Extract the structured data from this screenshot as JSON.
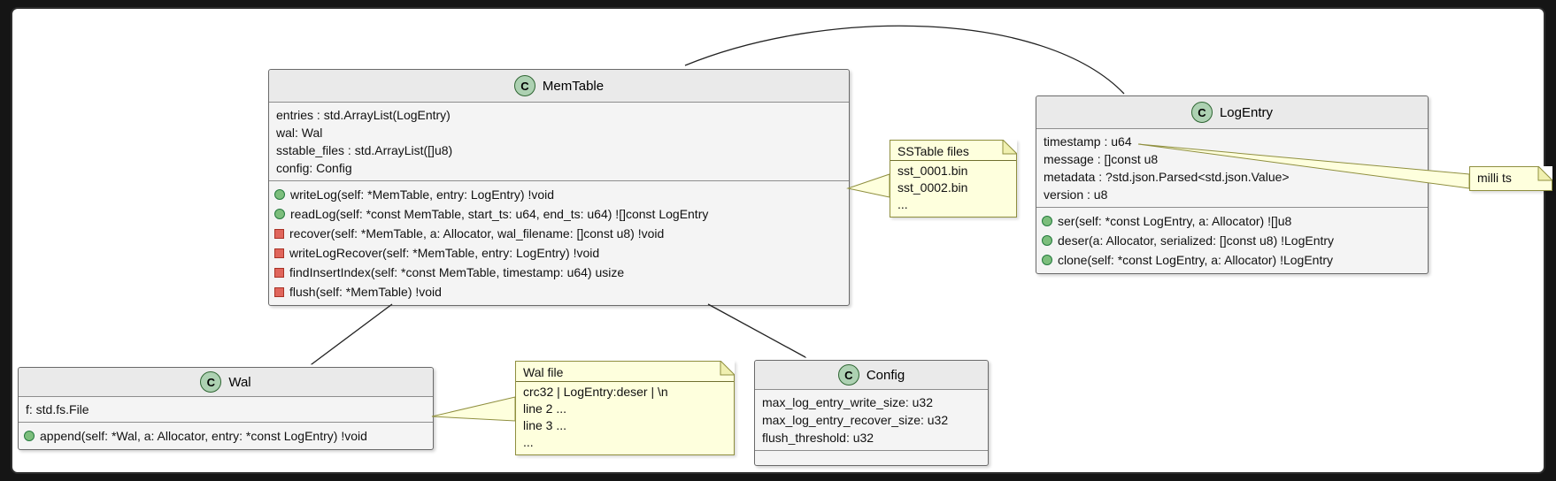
{
  "diagram": {
    "classes": [
      {
        "id": "memtable",
        "stereotype_letter": "C",
        "name": "MemTable",
        "attributes": [
          "entries : std.ArrayList(LogEntry)",
          "wal: Wal",
          "sstable_files : std.ArrayList([]u8)",
          "config: Config"
        ],
        "methods": [
          {
            "visibility": "public",
            "text": "writeLog(self: *MemTable, entry: LogEntry) !void"
          },
          {
            "visibility": "public",
            "text": "readLog(self: *const MemTable, start_ts: u64, end_ts: u64) ![]const LogEntry"
          },
          {
            "visibility": "private",
            "text": "recover(self: *MemTable, a: Allocator, wal_filename: []const u8) !void"
          },
          {
            "visibility": "private",
            "text": "writeLogRecover(self: *MemTable, entry: LogEntry) !void"
          },
          {
            "visibility": "private",
            "text": "findInsertIndex(self: *const MemTable, timestamp: u64) usize"
          },
          {
            "visibility": "private",
            "text": "flush(self: *MemTable) !void"
          }
        ]
      },
      {
        "id": "logentry",
        "stereotype_letter": "C",
        "name": "LogEntry",
        "attributes": [
          "timestamp : u64",
          "message : []const u8",
          "metadata : ?std.json.Parsed<std.json.Value>",
          "version : u8"
        ],
        "methods": [
          {
            "visibility": "public",
            "text": "ser(self: *const LogEntry, a: Allocator) ![]u8"
          },
          {
            "visibility": "public",
            "text": "deser(a: Allocator, serialized: []const u8) !LogEntry"
          },
          {
            "visibility": "public",
            "text": "clone(self: *const LogEntry, a: Allocator) !LogEntry"
          }
        ]
      },
      {
        "id": "wal",
        "stereotype_letter": "C",
        "name": "Wal",
        "attributes": [
          "f: std.fs.File"
        ],
        "methods": [
          {
            "visibility": "public",
            "text": "append(self: *Wal, a: Allocator, entry: *const LogEntry) !void"
          }
        ]
      },
      {
        "id": "config",
        "stereotype_letter": "C",
        "name": "Config",
        "attributes": [
          "max_log_entry_write_size: u32",
          "max_log_entry_recover_size: u32",
          "flush_threshold: u32"
        ],
        "methods": []
      }
    ],
    "notes": [
      {
        "id": "sstable-files",
        "title": "SSTable files",
        "lines": [
          "sst_0001.bin",
          "sst_0002.bin",
          "..."
        ]
      },
      {
        "id": "wal-file",
        "title": "Wal file",
        "lines": [
          "crc32 | LogEntry:deser | \\n",
          "line 2 ...",
          "line 3 ...",
          "..."
        ]
      },
      {
        "id": "milli-ts",
        "title": "",
        "lines": [
          "milli ts"
        ]
      }
    ],
    "relationships": [
      {
        "from": "LogEntry",
        "to": "MemTable",
        "style": "curved-arrow"
      },
      {
        "from": "MemTable",
        "to": "Wal",
        "style": "arrow"
      },
      {
        "from": "MemTable",
        "to": "Config",
        "style": "arrow"
      },
      {
        "from": "note:sstable-files",
        "to": "MemTable",
        "style": "note-wedge"
      },
      {
        "from": "note:wal-file",
        "to": "Wal",
        "style": "note-wedge"
      },
      {
        "from": "note:milli-ts",
        "to": "LogEntry.timestamp",
        "style": "note-wedge"
      }
    ],
    "colors": {
      "page_bg": "#151515",
      "panel_bg": "#ffffff",
      "class_header": "#eaeaea",
      "class_body": "#f4f4f4",
      "class_border": "#6a6a6a",
      "circle_fill": "#ADD1B2",
      "public_icon": "#7cbe7c",
      "private_icon": "#e0665c",
      "note_bg": "#FEFFDD",
      "note_border": "#8f8f3f",
      "arrow": "#222222"
    }
  }
}
